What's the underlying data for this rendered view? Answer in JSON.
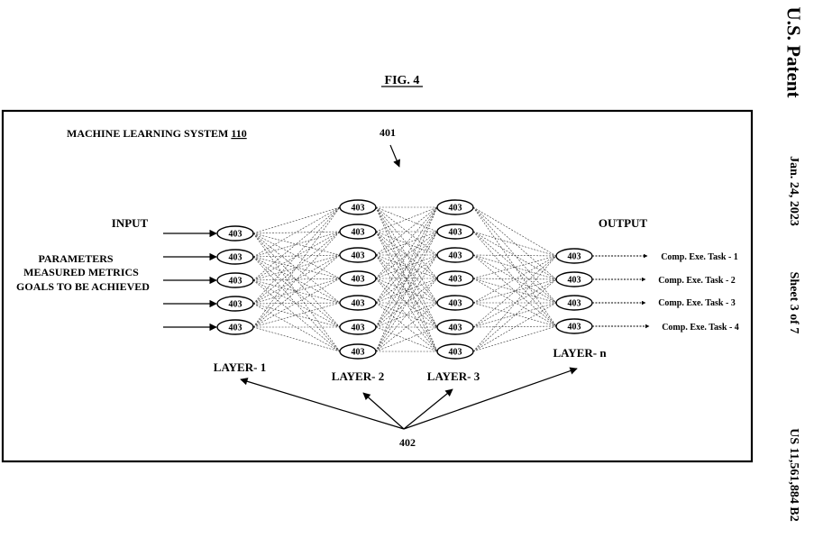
{
  "figure_label": "FIG. 4",
  "system_label": "MACHINE LEARNING SYSTEM",
  "system_number": "110",
  "network_ref": "401",
  "layers_ref": "402",
  "node_ref": "403",
  "input_title": "INPUT",
  "input_lines": [
    "PARAMETERS",
    "MEASURED METRICS",
    "GOALS TO BE ACHIEVED"
  ],
  "output_title": "OUTPUT",
  "outputs": [
    "Comp. Exe. Task - 1",
    "Comp. Exe. Task - 2",
    "Comp. Exe. Task - 3",
    "Comp. Exe. Task - 4"
  ],
  "layers": [
    {
      "label": "LAYER- 1",
      "node_count": 5
    },
    {
      "label": "LAYER- 2",
      "node_count": 7
    },
    {
      "label": "LAYER- 3",
      "node_count": 7
    },
    {
      "label": "LAYER- n",
      "node_count": 4
    }
  ],
  "patent_header": {
    "title": "U.S. Patent",
    "date": "Jan. 24, 2023",
    "sheet": "Sheet 3 of 7",
    "number": "US 11,561,884 B2"
  }
}
